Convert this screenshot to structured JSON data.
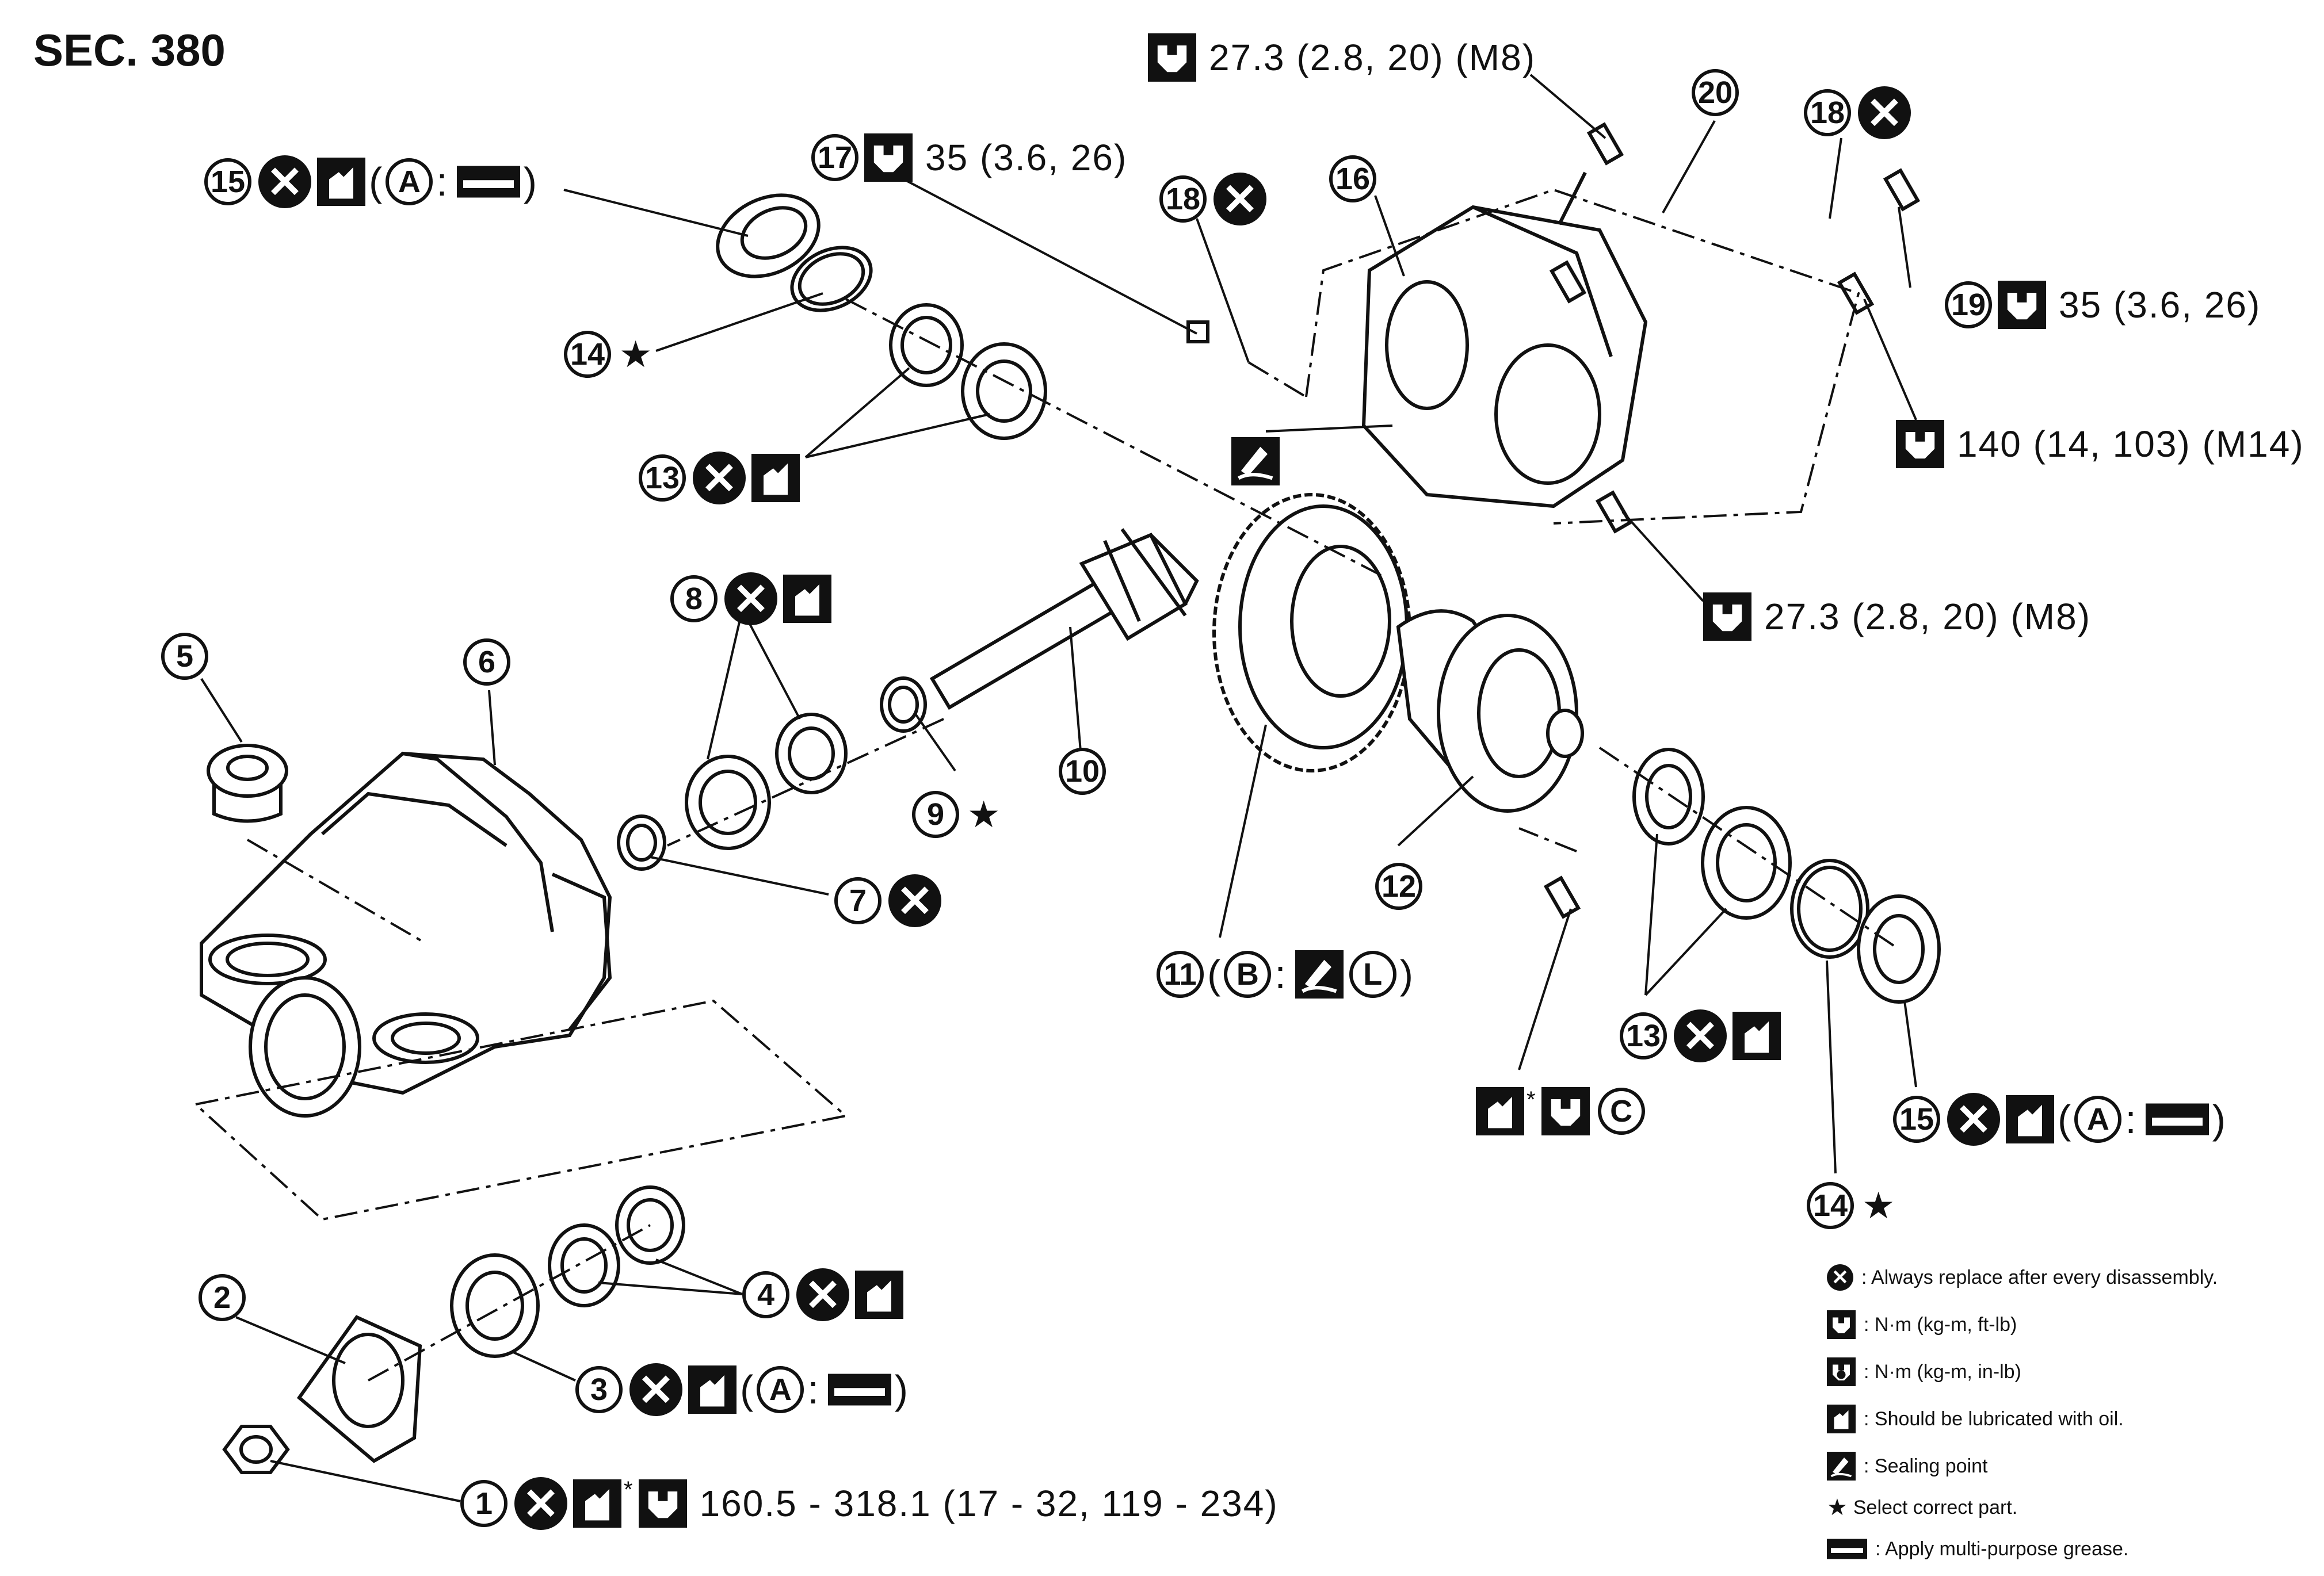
{
  "section_label": "SEC. 380",
  "symbol_letters": {
    "A": "A",
    "B": "B",
    "C": "C",
    "L": "L"
  },
  "callouts": {
    "c1": {
      "number": "1",
      "torque": "160.5 - 318.1 (17 - 32, 119 - 234)"
    },
    "c2": {
      "number": "2"
    },
    "c3": {
      "number": "3"
    },
    "c4": {
      "number": "4"
    },
    "c5": {
      "number": "5"
    },
    "c6": {
      "number": "6"
    },
    "c7": {
      "number": "7"
    },
    "c8": {
      "number": "8"
    },
    "c9": {
      "number": "9"
    },
    "c10": {
      "number": "10"
    },
    "c11": {
      "number": "11"
    },
    "c12": {
      "number": "12"
    },
    "c13a": {
      "number": "13"
    },
    "c13b": {
      "number": "13"
    },
    "c14a": {
      "number": "14"
    },
    "c14b": {
      "number": "14"
    },
    "c15a": {
      "number": "15"
    },
    "c15b": {
      "number": "15"
    },
    "c16": {
      "number": "16"
    },
    "c17": {
      "number": "17",
      "torque": "35 (3.6, 26)"
    },
    "c18a": {
      "number": "18"
    },
    "c18b": {
      "number": "18"
    },
    "c19": {
      "number": "19",
      "torque": "35 (3.6, 26)"
    },
    "c20": {
      "number": "20"
    }
  },
  "torques": {
    "top_bolt": "27.3 (2.8, 20) (M8)",
    "m14_bolt": "140 (14, 103) (M14)",
    "lower_bolt": "27.3 (2.8, 20) (M8)"
  },
  "legend": [
    {
      "icon": "replace-x-icon",
      "text": ": Always replace after every disassembly."
    },
    {
      "icon": "torque-wrench-icon",
      "text": ": N·m (kg-m, ft-lb)"
    },
    {
      "icon": "torque-wrench-filled-icon",
      "text": ": N·m (kg-m, in-lb)"
    },
    {
      "icon": "oil-can-icon",
      "text": ": Should be lubricated with oil."
    },
    {
      "icon": "sealant-icon",
      "text": ": Sealing point"
    },
    {
      "icon": "star-icon",
      "text": "Select correct part."
    },
    {
      "icon": "grease-icon",
      "text": ": Apply multi-purpose grease."
    }
  ]
}
